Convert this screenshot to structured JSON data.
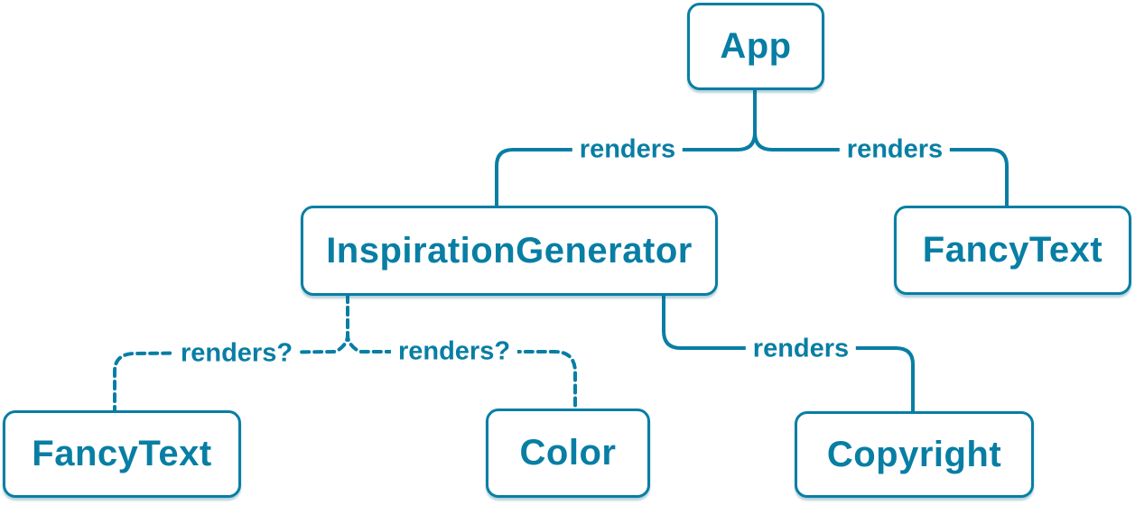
{
  "diagram": {
    "colors": {
      "accent": "#087ea4",
      "node_fill": "#ffffff",
      "background": "#ffffff"
    },
    "nodes": [
      {
        "id": "app",
        "label": "App"
      },
      {
        "id": "inspiration-generator",
        "label": "InspirationGenerator"
      },
      {
        "id": "fancy-text-top",
        "label": "FancyText"
      },
      {
        "id": "fancy-text-bottom",
        "label": "FancyText"
      },
      {
        "id": "color",
        "label": "Color"
      },
      {
        "id": "copyright",
        "label": "Copyright"
      }
    ],
    "edges": [
      {
        "from": "App",
        "to": "InspirationGenerator",
        "label": "renders",
        "style": "solid"
      },
      {
        "from": "App",
        "to": "FancyText",
        "label": "renders",
        "style": "solid"
      },
      {
        "from": "InspirationGenerator",
        "to": "FancyText",
        "label": "renders?",
        "style": "dashed"
      },
      {
        "from": "InspirationGenerator",
        "to": "Color",
        "label": "renders?",
        "style": "dashed"
      },
      {
        "from": "InspirationGenerator",
        "to": "Copyright",
        "label": "renders",
        "style": "solid"
      }
    ]
  }
}
